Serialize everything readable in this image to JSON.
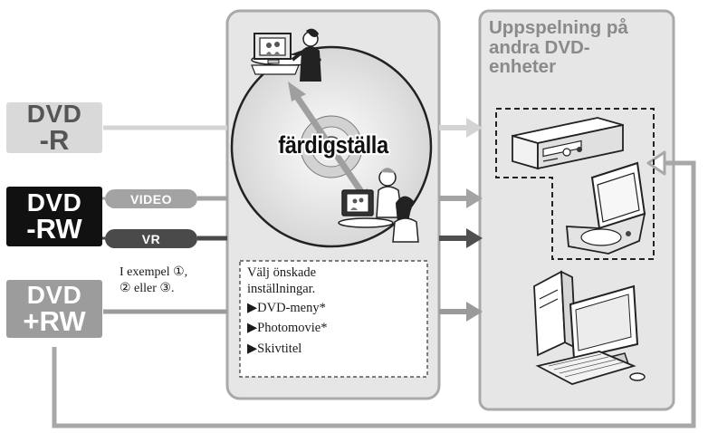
{
  "discs": {
    "dvd_r": {
      "line1": "DVD",
      "line2": "-R"
    },
    "dvd_rw": {
      "line1": "DVD",
      "line2": "-RW"
    },
    "dvd_plus_rw": {
      "line1": "DVD",
      "line2": "+RW"
    }
  },
  "modes": {
    "video": "VIDEO",
    "vr": "VR"
  },
  "example_note": {
    "line1": "I exempel ①,",
    "line2": "② eller ③."
  },
  "finalize_label": "färdigställa",
  "settings_box": {
    "heading_line1": "Välj önskade",
    "heading_line2": "inställningar.",
    "items": [
      "▶DVD-meny*",
      "▶Photomovie*",
      "▶Skivtitel"
    ]
  },
  "destination": {
    "title_line1": "Uppspelning på",
    "title_line2": "andra DVD-",
    "title_line3": "enheter"
  },
  "colors": {
    "panel_fill": "#e6e6e6",
    "panel_border": "#a9a9a9",
    "disc_r_fill": "#d9d9d9",
    "disc_rw_fill": "#111111",
    "disc_plus_rw_fill": "#9c9c9c",
    "pill_video": "#a3a3a3",
    "pill_vr": "#4a4a4a",
    "arrow_light": "#cfcfcf",
    "arrow_mid": "#9a9a9a",
    "arrow_dark": "#4f4f4f"
  },
  "icons": [
    "dvd-disc-icon",
    "computer-user-icon",
    "family-viewing-icon",
    "dvd-player-icon",
    "portable-dvd-player-icon",
    "desktop-computer-icon"
  ]
}
